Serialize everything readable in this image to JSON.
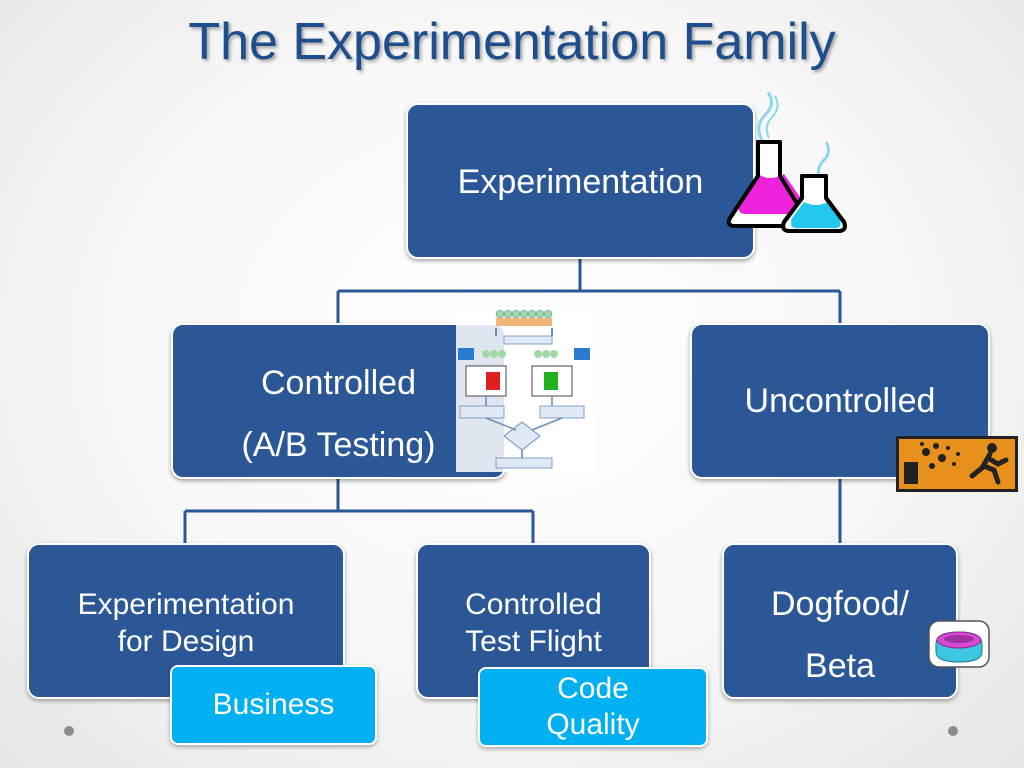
{
  "slide": {
    "title": "The Experimentation Family"
  },
  "nodes": {
    "root": {
      "label": "Experimentation"
    },
    "controlled": {
      "line1": "Controlled",
      "line2": "(A/B Testing)"
    },
    "uncontrolled": {
      "label": "Uncontrolled"
    },
    "design": {
      "line1": "Experimentation",
      "line2": "for Design"
    },
    "flight": {
      "line1": "Controlled",
      "line2": "Test Flight"
    },
    "dogfood": {
      "line1": "Dogfood/",
      "line2": "Beta"
    }
  },
  "tags": {
    "business": {
      "label": "Business"
    },
    "quality": {
      "line1": "Code",
      "line2": "Quality"
    }
  },
  "colors": {
    "box_fill": "#2b5797",
    "tag_fill": "#00b0f0",
    "title": "#1f4e8c",
    "connector": "#2b5797"
  },
  "icons": {
    "root": "chemistry-flasks-icon",
    "controlled": "ab-test-flowchart-icon",
    "uncontrolled": "explosion-warning-icon",
    "dogfood": "dog-bowl-icon"
  }
}
